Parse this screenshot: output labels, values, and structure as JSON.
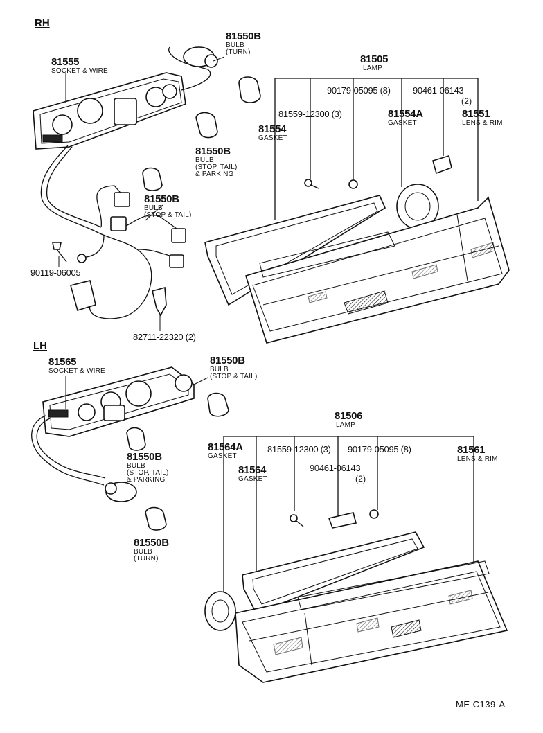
{
  "sections": {
    "rh": "RH",
    "lh": "LH"
  },
  "footer": "ME  C139-A",
  "rh": {
    "bulb_turn": {
      "num": "81550B",
      "d1": "BULB",
      "d2": "(TURN)"
    },
    "socket": {
      "num": "81555",
      "d1": "SOCKET & WIRE"
    },
    "lamp": {
      "num": "81505",
      "d1": "LAMP"
    },
    "p90179": {
      "num": "90179-05095 (8)"
    },
    "p90461": {
      "num": "90461-06143",
      "d1": "(2)"
    },
    "p81559": {
      "num": "81559-12300 (3)"
    },
    "gasket_a": {
      "num": "81554A",
      "d1": "GASKET"
    },
    "lens": {
      "num": "81551",
      "d1": "LENS & RIM"
    },
    "gasket": {
      "num": "81554",
      "d1": "GASKET"
    },
    "bulb_park": {
      "num": "81550B",
      "d1": "BULB",
      "d2": "(STOP, TAIL)",
      "d3": "& PARKING"
    },
    "bulb_stop": {
      "num": "81550B",
      "d1": "BULB",
      "d2": "(STOP & TAIL)"
    },
    "screw": {
      "num": "90119-06005"
    },
    "clip": {
      "num": "82711-22320 (2)"
    }
  },
  "lh": {
    "socket": {
      "num": "81565",
      "d1": "SOCKET & WIRE"
    },
    "bulb_stop": {
      "num": "81550B",
      "d1": "BULB",
      "d2": "(STOP & TAIL)"
    },
    "lamp": {
      "num": "81506",
      "d1": "LAMP"
    },
    "gasket_a": {
      "num": "81564A",
      "d1": "GASKET"
    },
    "p81559": {
      "num": "81559-12300 (3)"
    },
    "p90179": {
      "num": "90179-05095 (8)"
    },
    "lens": {
      "num": "81561",
      "d1": "LENS & RIM"
    },
    "gasket": {
      "num": "81564",
      "d1": "GASKET"
    },
    "p90461": {
      "num": "90461-06143",
      "d1": "(2)"
    },
    "bulb_park": {
      "num": "81550B",
      "d1": "BULB",
      "d2": "(STOP, TAIL)",
      "d3": "& PARKING"
    },
    "bulb_turn": {
      "num": "81550B",
      "d1": "BULB",
      "d2": "(TURN)"
    }
  }
}
